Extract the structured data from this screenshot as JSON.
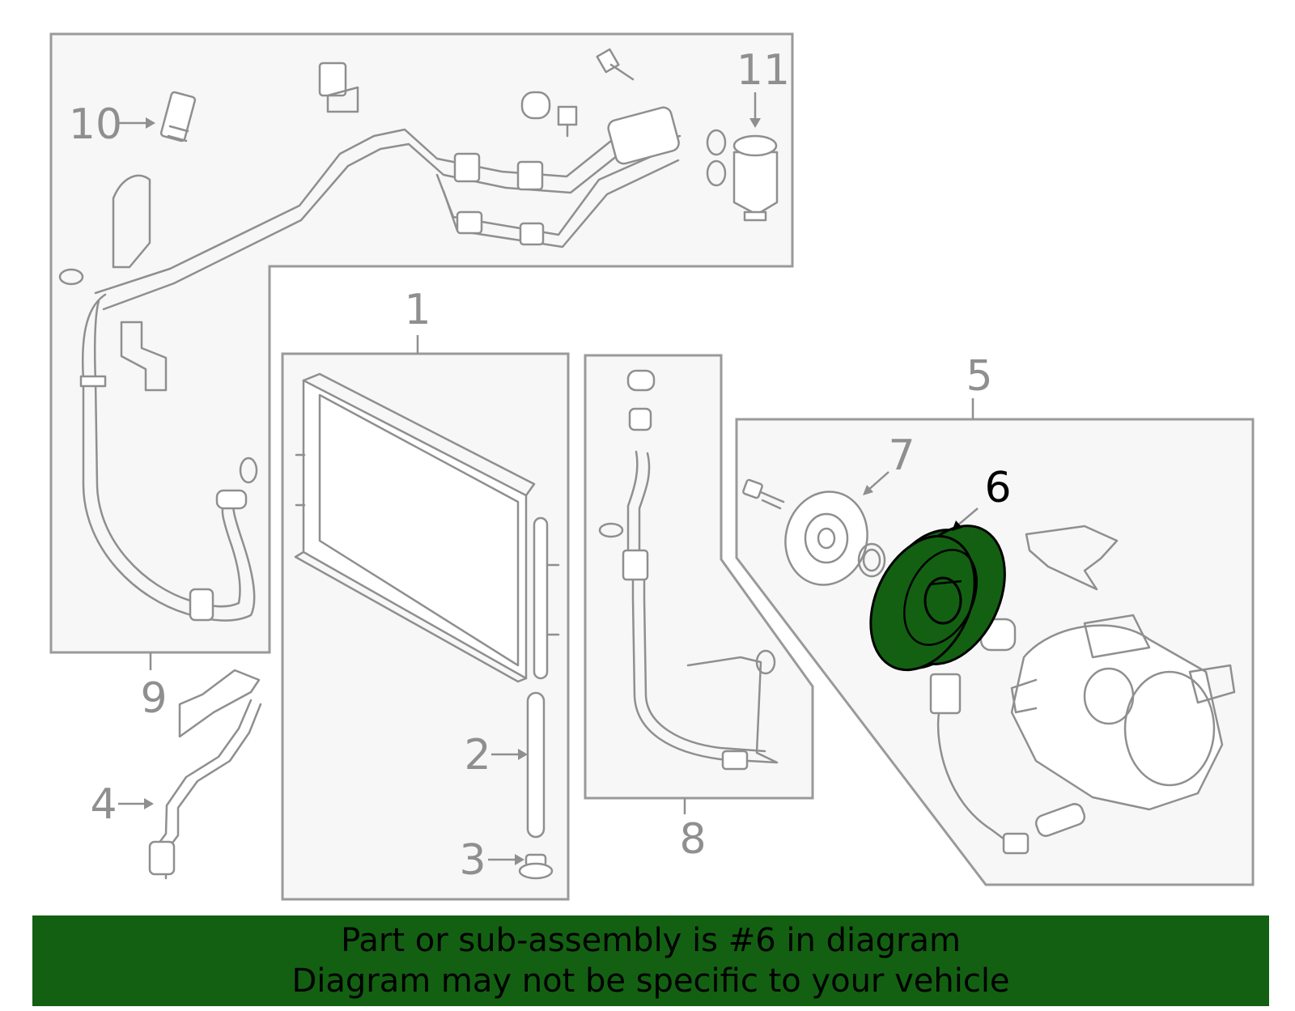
{
  "callouts": {
    "c1": "1",
    "c2": "2",
    "c3": "3",
    "c4": "4",
    "c5": "5",
    "c6": "6",
    "c7": "7",
    "c8": "8",
    "c9": "9",
    "c10": "10",
    "c11": "11"
  },
  "highlighted_part": "6",
  "colors": {
    "highlight_fill": "#136012",
    "banner_background": "#136012",
    "line_gray": "#8f8f8f",
    "panel_fill": "#f7f7f7"
  },
  "banner": {
    "line1": "Part or sub-assembly is #6 in diagram",
    "line2": "Diagram may not be specific to your vehicle"
  }
}
